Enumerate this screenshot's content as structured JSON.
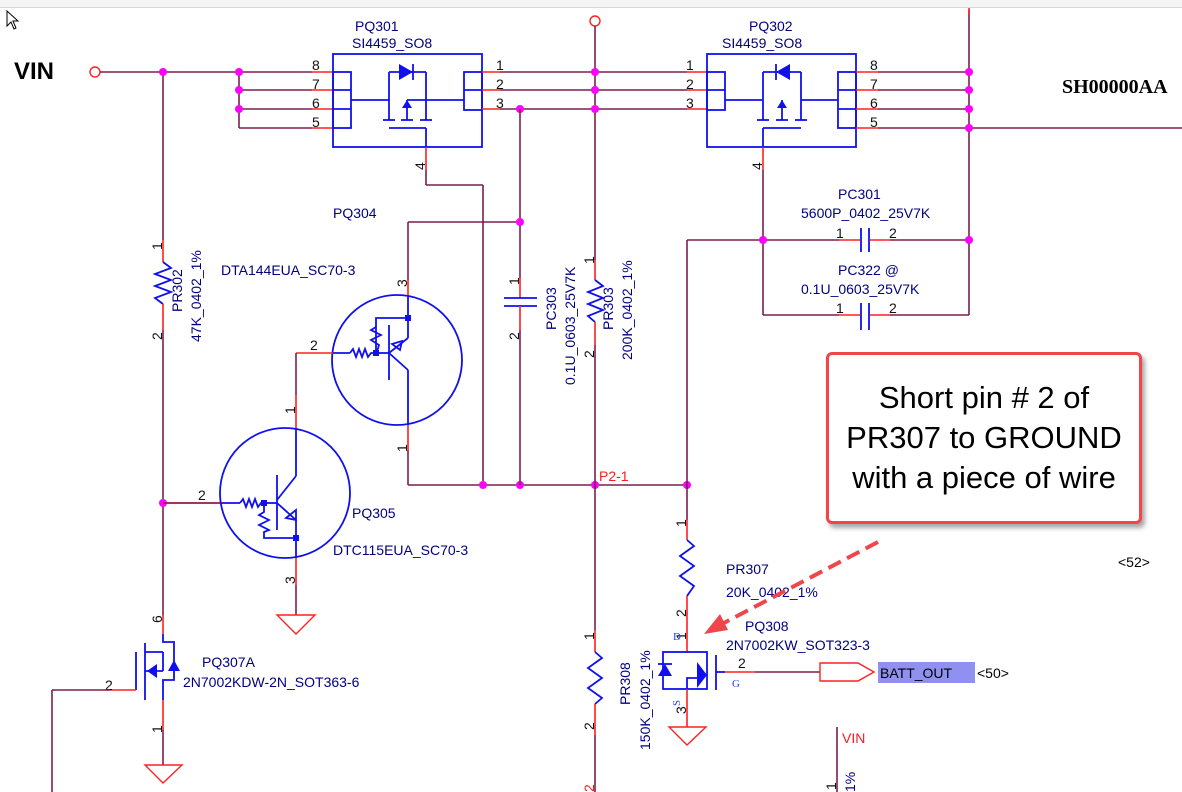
{
  "toolbar": {
    "visible": "clipped"
  },
  "net_labels": {
    "vin_main": "VIN",
    "vin_bottom": "VIN",
    "p2_1": "P2-1",
    "batt_out": "BATT_OUT",
    "batt_out_ref": "<50>",
    "sheet_ref_52": "<52>",
    "sheet_title": "SH00000AA"
  },
  "components": {
    "pq301": {
      "ref": "PQ301",
      "part": "SI4459_SO8",
      "pins_left": [
        "8",
        "7",
        "6",
        "5"
      ],
      "pins_right": [
        "1",
        "2",
        "3"
      ],
      "gate_pin": "4"
    },
    "pq302": {
      "ref": "PQ302",
      "part": "SI4459_SO8",
      "pins_left": [
        "1",
        "2",
        "3"
      ],
      "pins_right": [
        "8",
        "7",
        "6",
        "5"
      ],
      "gate_pin": "4"
    },
    "pq304": {
      "ref": "PQ304",
      "part": "DTA144EUA_SC70-3",
      "pin_b": "2",
      "pin_e": "3",
      "pin_c": "1"
    },
    "pq305": {
      "ref": "PQ305",
      "part": "DTC115EUA_SC70-3",
      "pin_b": "2",
      "pin_c": "1",
      "pin_e": "3"
    },
    "pq307a": {
      "ref": "PQ307A",
      "part": "2N7002KDW-2N_SOT363-6",
      "pin_d": "6",
      "pin_g": "2",
      "pin_s": "1"
    },
    "pq308": {
      "ref": "PQ308",
      "part": "2N7002KW_SOT323-3",
      "pin_d": "1",
      "pin_g": "2",
      "pin_s": "3",
      "d_label": "D",
      "g_label": "G",
      "s_label": "S"
    },
    "pr302": {
      "ref": "PR302",
      "value": "47K_0402_1%",
      "pin1": "1",
      "pin2": "2"
    },
    "pr303": {
      "ref": "PR303",
      "value": "200K_0402_1%",
      "pin1": "1",
      "pin2": "2"
    },
    "pr307": {
      "ref": "PR307",
      "value": "20K_0402_1%",
      "pin1": "1",
      "pin2": "2"
    },
    "pr308": {
      "ref": "PR308",
      "value": "150K_0402_1%",
      "pin1": "1",
      "pin2": "2"
    },
    "pc301": {
      "ref": "PC301",
      "value": "5600P_0402_25V7K",
      "pin1": "1",
      "pin2": "2"
    },
    "pc303": {
      "ref": "PC303",
      "value": "0.1U_0603_25V7K",
      "pin1": "1",
      "pin2": "2"
    },
    "pc322": {
      "ref": "PC322 @",
      "value": "0.1U_0603_25V7K",
      "pin1": "1",
      "pin2": "2"
    },
    "partial_bottom": {
      "value_fragment": "1%",
      "pin": "1",
      "red_pin": "2"
    }
  },
  "annotation": {
    "text": "Short pin # 2 of PR307 to GROUND with a piece of wire",
    "border_color": "#f0454a",
    "arrow_color": "#f0454a"
  },
  "colors": {
    "wire": "#7b1f4f",
    "pin_stub": "#ff2020",
    "symbol": "#1010ee",
    "junction": "#ff00ff",
    "label": "#000080",
    "net_highlight": "#9090f0"
  }
}
